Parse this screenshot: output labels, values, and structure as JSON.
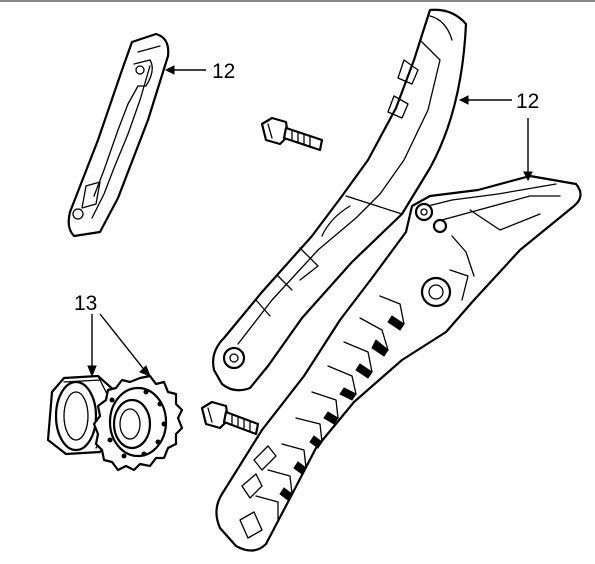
{
  "callouts": [
    {
      "id": "guide-left",
      "label": "12"
    },
    {
      "id": "guide-right",
      "label": "12"
    },
    {
      "id": "sprocket",
      "label": "13"
    }
  ],
  "colors": {
    "line": "#000000",
    "fill": "#ffffff",
    "border": "#888888"
  }
}
